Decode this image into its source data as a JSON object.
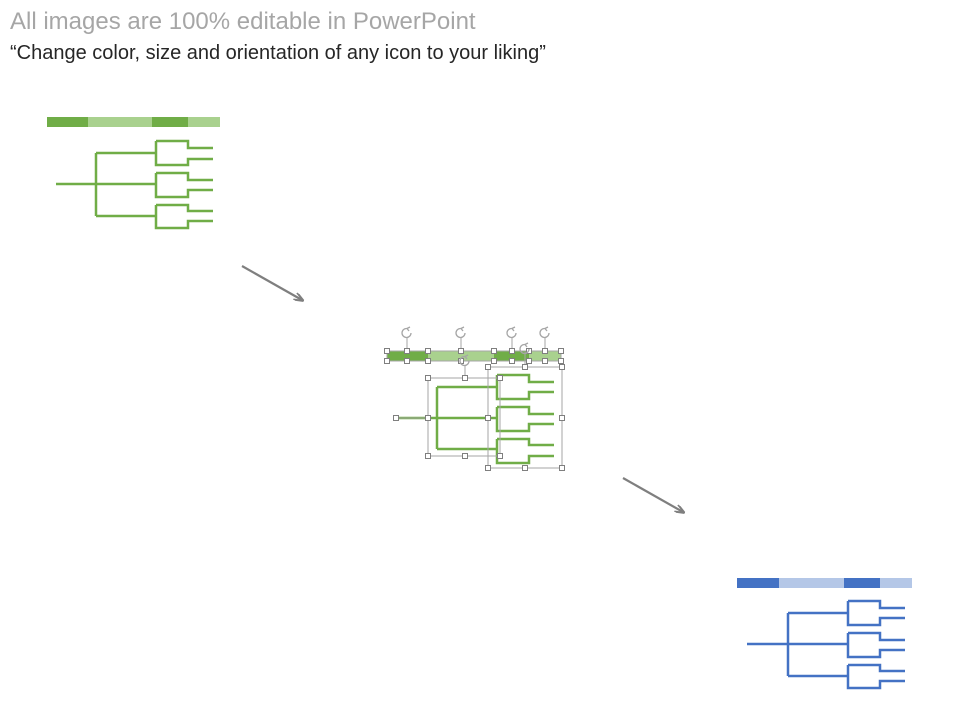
{
  "header": {
    "title": "All images are 100% editable in PowerPoint",
    "subtitle": "“Change color, size and orientation of any icon to your liking”"
  },
  "icons": [
    {
      "name": "tree-diagram-icon-green",
      "bar_dark": "#70ad47",
      "bar_light": "#a9d18e",
      "line": "#70ad47"
    },
    {
      "name": "tree-diagram-icon-selected",
      "bar_dark": "#70ad47",
      "bar_light": "#a9d18e",
      "line": "#70ad47",
      "handles": "#7f7f7f"
    },
    {
      "name": "tree-diagram-icon-blue",
      "bar_dark": "#4472c4",
      "bar_light": "#b4c7e7",
      "line": "#4472c4"
    }
  ],
  "arrows": {
    "color": "#7f7f7f"
  }
}
